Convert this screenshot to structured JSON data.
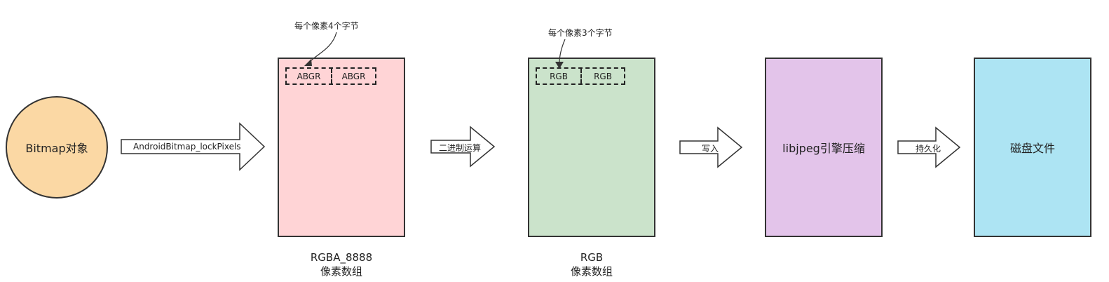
{
  "bitmap_object": "Bitmap对象",
  "arrows": {
    "lock_pixels": "AndroidBitmap_lockPixels",
    "binary_op": "二进制运算",
    "write": "写入",
    "persist": "持久化"
  },
  "rgba_block": {
    "cells": [
      "ABGR",
      "ABGR"
    ],
    "note": "每个像素4个字节",
    "caption_line1": "RGBA_8888",
    "caption_line2": "像素数组",
    "color": "#ffd4d6"
  },
  "rgb_block": {
    "cells": [
      "RGB",
      "RGB"
    ],
    "note": "每个像素3个字节",
    "caption_line1": "RGB",
    "caption_line2": "像素数组",
    "color": "#cbe3cb"
  },
  "libjpeg_block": {
    "label": "libjpeg引擎压缩",
    "color": "#e3c4ea"
  },
  "disk_block": {
    "label": "磁盘文件",
    "color": "#ade4f3"
  },
  "circle_color": "#fbd8a4"
}
